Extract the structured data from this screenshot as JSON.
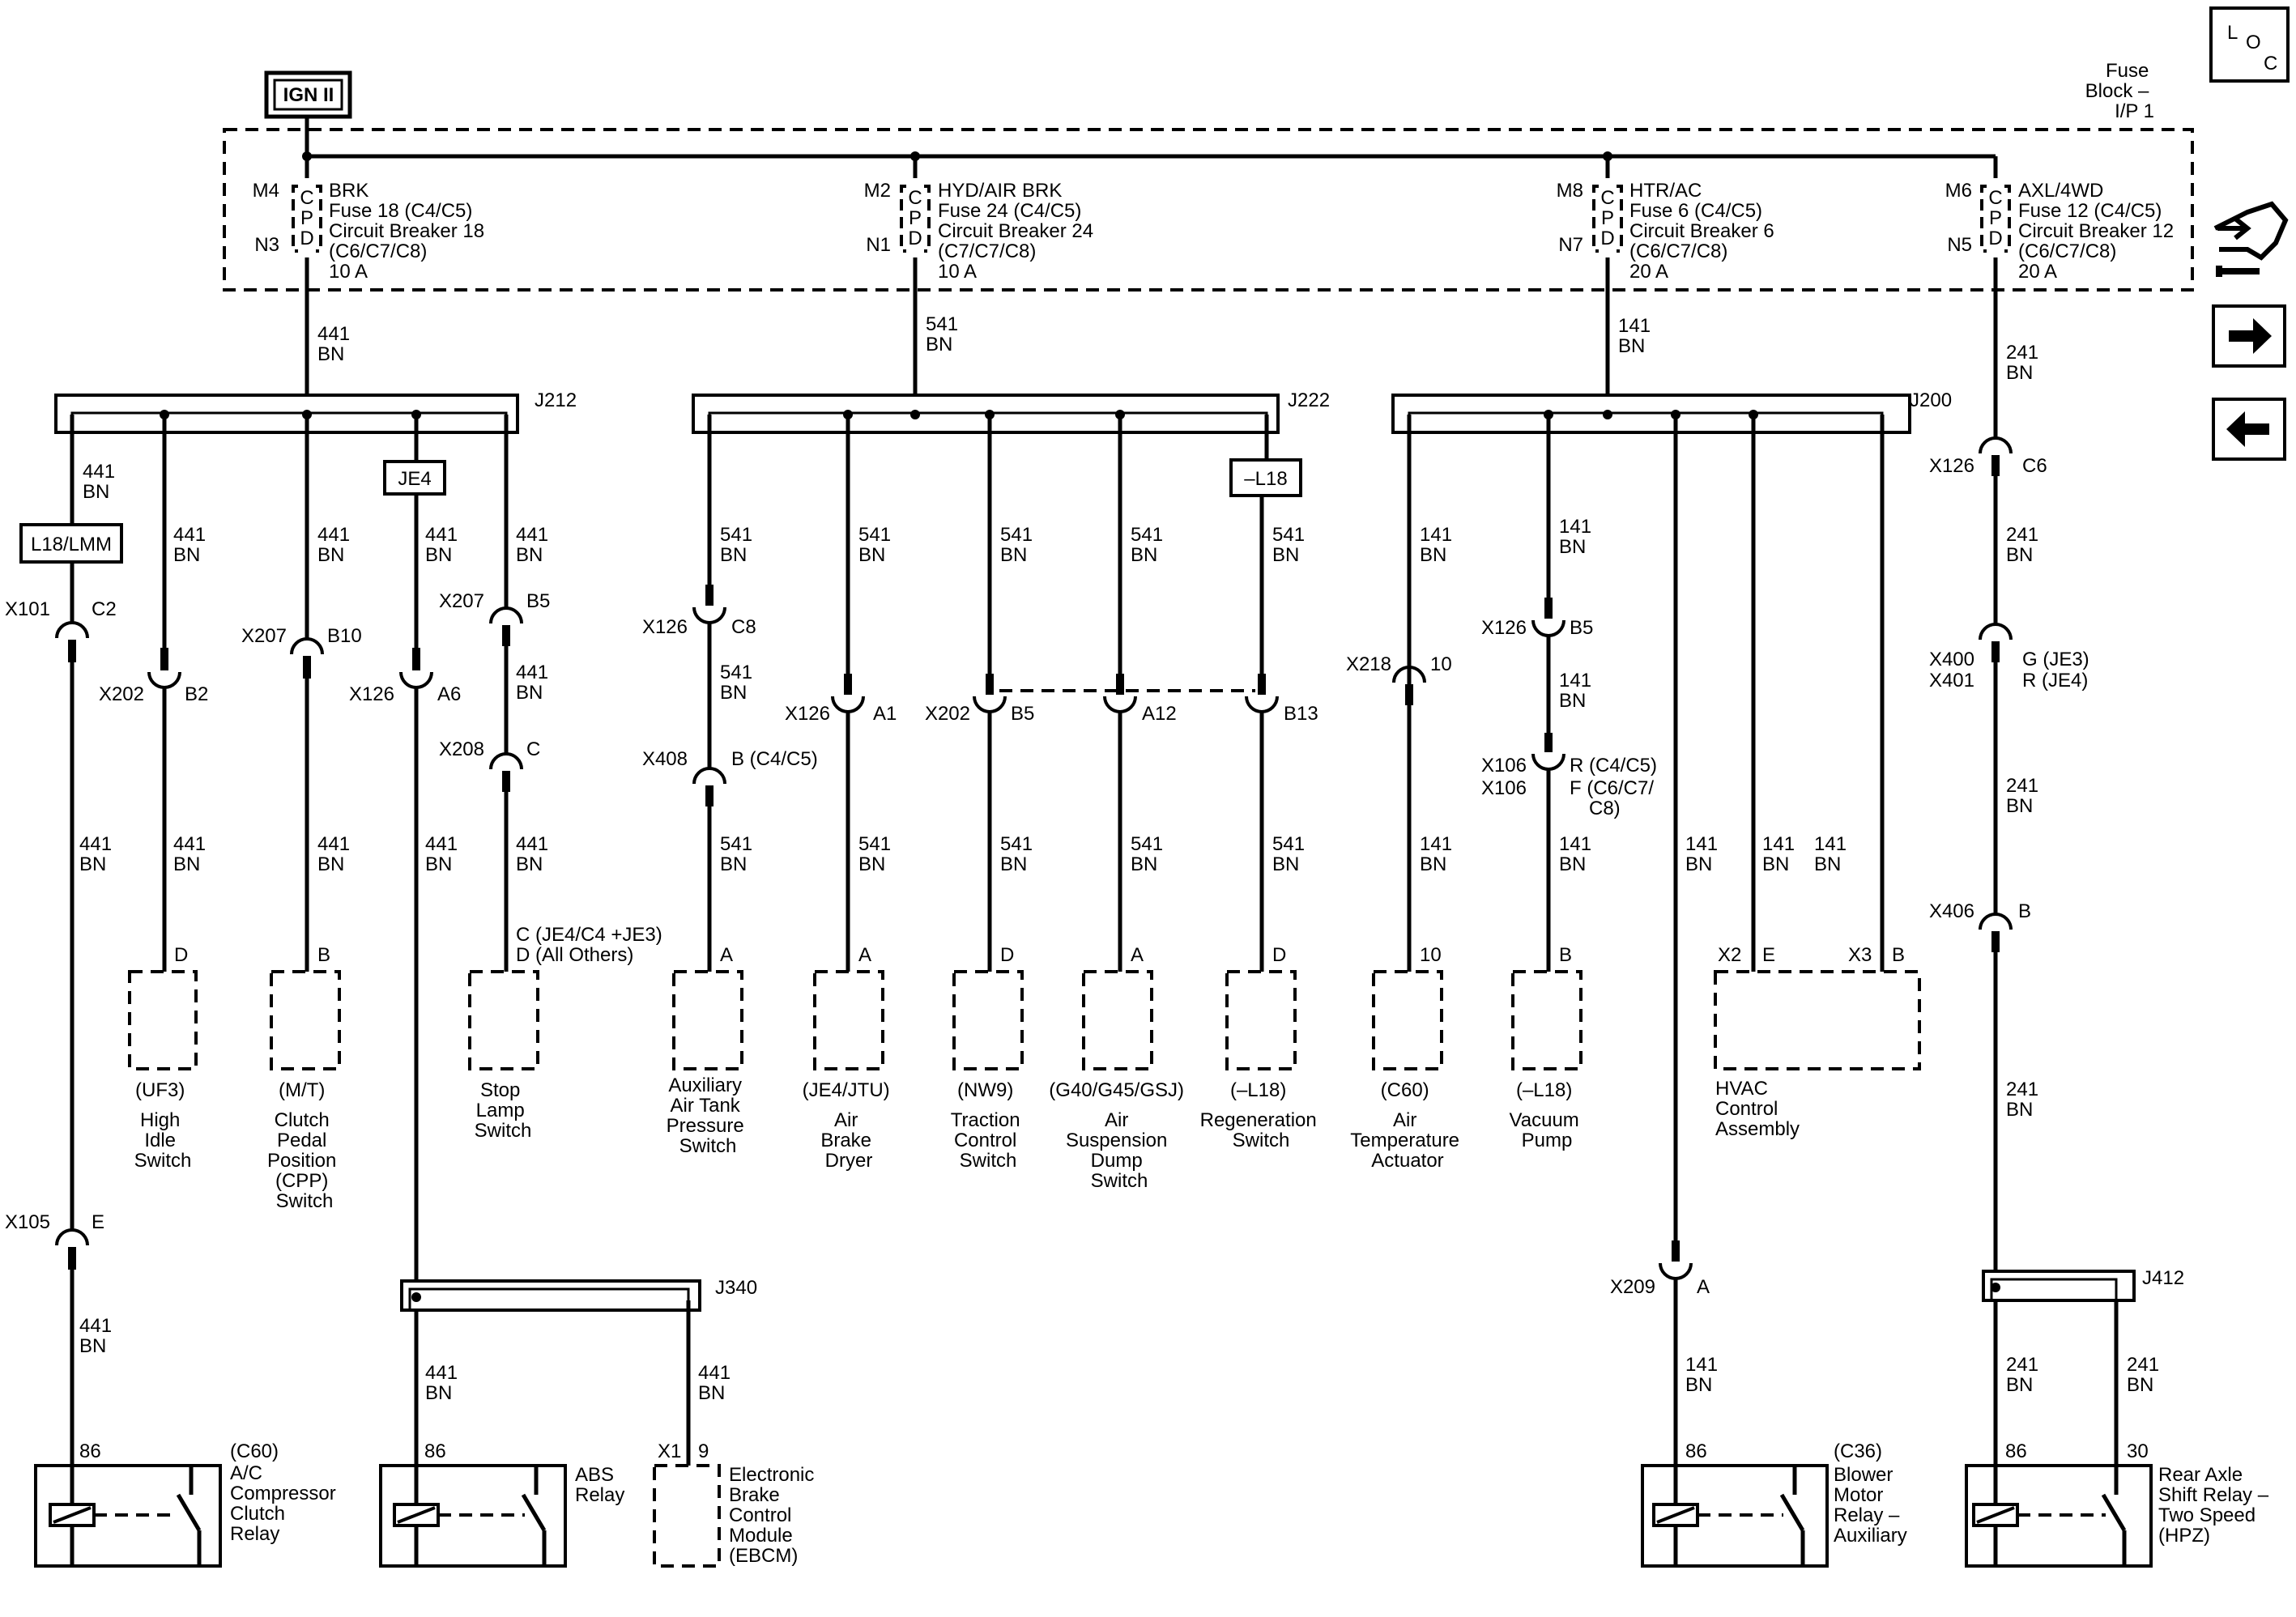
{
  "ign": "IGN II",
  "fuse_block": [
    "Fuse",
    "Block –",
    "I/P 1"
  ],
  "loc_icon": "L O C",
  "fuses": [
    {
      "top_pin": "M4",
      "bottom_pin": "N3",
      "lines": [
        "BRK",
        "Fuse 18 (C4/C5)",
        "Circuit Breaker 18",
        "(C6/C7/C8)",
        "10 A"
      ]
    },
    {
      "top_pin": "M2",
      "bottom_pin": "N1",
      "lines": [
        "HYD/AIR BRK",
        "Fuse 24 (C4/C5)",
        "Circuit Breaker 24",
        "(C7/C7/C8)",
        "10 A"
      ]
    },
    {
      "top_pin": "M8",
      "bottom_pin": "N7",
      "lines": [
        "HTR/AC",
        "Fuse 6 (C4/C5)",
        "Circuit Breaker 6",
        "(C6/C7/C8)",
        "20 A"
      ]
    },
    {
      "top_pin": "M6",
      "bottom_pin": "N5",
      "lines": [
        "AXL/4WD",
        "Fuse 12 (C4/C5)",
        "Circuit Breaker 12",
        "(C6/C7/C8)",
        "20 A"
      ]
    }
  ],
  "fuse_letters": [
    "C",
    "P",
    "D"
  ],
  "wires": {
    "w441": "441",
    "w541": "541",
    "w141": "141",
    "w241": "241",
    "color": "BN"
  },
  "splices": {
    "j212": "J212",
    "j222": "J222",
    "j200": "J200",
    "j340": "J340",
    "j412": "J412"
  },
  "options": {
    "l18lmm": "L18/LMM",
    "je4": "JE4",
    "notl18": "–L18"
  },
  "connectors": {
    "x101": "X101",
    "c2": "C2",
    "x202": "X202",
    "b2": "B2",
    "x207": "X207",
    "b10": "B10",
    "x126": "X126",
    "a6": "A6",
    "b5": "B5",
    "x208": "X208",
    "c": "C",
    "c8": "C8",
    "x408": "X408",
    "b_c4c5": "B (C4/C5)",
    "a1": "A1",
    "a12": "A12",
    "b13": "B13",
    "x218": "X218",
    "p10": "10",
    "x106": "X106",
    "r_c4c5": "R (C4/C5)",
    "f_c6c7": "F (C6/C7/",
    "c8close": "C8)",
    "c6": "C6",
    "x400": "X400",
    "x401": "X401",
    "g_je3": "G (JE3)",
    "r_je4": "R (JE4)",
    "x406": "X406",
    "b": "B",
    "x105": "X105",
    "e": "E",
    "x209": "X209",
    "a": "A"
  },
  "pins": {
    "d": "D",
    "b": "B",
    "a": "A",
    "e": "E",
    "p10": "10",
    "x2": "X2",
    "x3": "X3",
    "x1": "X1",
    "p9": "9",
    "p86": "86",
    "p30": "30"
  },
  "stop_pins": [
    "C (JE4/C4 +JE3)",
    "D (All Others)"
  ],
  "components": {
    "high_idle": [
      "(UF3)",
      "High",
      "Idle",
      "Switch"
    ],
    "clutch": [
      "(M/T)",
      "Clutch",
      "Pedal",
      "Position",
      "(CPP)",
      "Switch"
    ],
    "stop_lamp": [
      "Stop",
      "Lamp",
      "Switch"
    ],
    "aux_tank": [
      "Auxiliary",
      "Air Tank",
      "Pressure",
      "Switch"
    ],
    "air_dryer": [
      "(JE4/JTU)",
      "Air",
      "Brake",
      "Dryer"
    ],
    "traction": [
      "(NW9)",
      "Traction",
      "Control",
      "Switch"
    ],
    "suspension": [
      "(G40/G45/GSJ)",
      "Air",
      "Suspension",
      "Dump",
      "Switch"
    ],
    "regen": [
      "(–L18)",
      "Regeneration",
      "Switch"
    ],
    "air_temp": [
      "(C60)",
      "Air",
      "Temperature",
      "Actuator"
    ],
    "vacuum": [
      "(–L18)",
      "Vacuum",
      "Pump"
    ],
    "hvac": [
      "HVAC",
      "Control",
      "Assembly"
    ],
    "ac_relay": [
      "(C60)",
      "A/C",
      "Compressor",
      "Clutch",
      "Relay"
    ],
    "abs_relay": [
      "ABS",
      "Relay"
    ],
    "ebcm": [
      "Electronic",
      "Brake",
      "Control",
      "Module",
      "(EBCM)"
    ],
    "blower": [
      "(C36)",
      "Blower",
      "Motor",
      "Relay –",
      "Auxiliary"
    ],
    "rear_axle": [
      "Rear Axle",
      "Shift Relay –",
      "Two Speed",
      "(HPZ)"
    ]
  },
  "side_icons": [
    "connector-icon",
    "arrow-right-icon",
    "arrow-left-icon"
  ]
}
